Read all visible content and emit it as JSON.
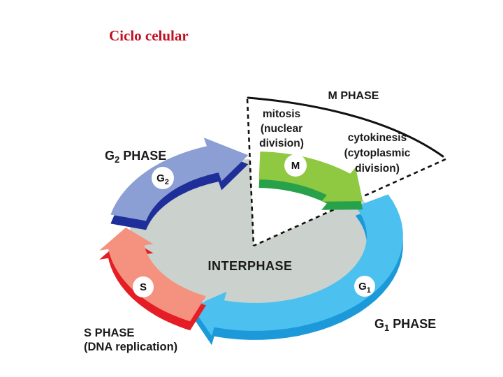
{
  "title": {
    "text": "Ciclo celular",
    "color": "#c01020"
  },
  "diagram": {
    "m_phase_label": "M PHASE",
    "mitosis_lines": [
      "mitosis",
      "(nuclear",
      "division)"
    ],
    "cytokinesis_lines": [
      "cytokinesis",
      "(cytoplasmic",
      "division)"
    ],
    "interphase_label": "INTERPHASE",
    "g2_phase": {
      "main": "G",
      "sub": "2",
      "rest": " PHASE"
    },
    "g1_phase": {
      "main": "G",
      "sub": "1",
      "rest": " PHASE"
    },
    "s_phase_lines": [
      "S PHASE",
      "(DNA replication)"
    ],
    "badges": {
      "g2": {
        "main": "G",
        "sub": "2"
      },
      "m": {
        "main": "M",
        "sub": ""
      },
      "s": {
        "main": "S",
        "sub": ""
      },
      "g1": {
        "main": "G",
        "sub": "1"
      }
    },
    "colors": {
      "g2_top": "#8c9fd4",
      "g2_side": "#1f2f99",
      "m_top": "#8fc841",
      "m_side": "#28a14b",
      "g1_top": "#4cc1f0",
      "g1_side": "#1b99d9",
      "s_top": "#f5917f",
      "s_side": "#e51e26",
      "interphase_fill": "#cbd1cc",
      "badge_fill": "#ffffff",
      "label_color": "#1a1a1a",
      "line_color": "#111111"
    }
  }
}
